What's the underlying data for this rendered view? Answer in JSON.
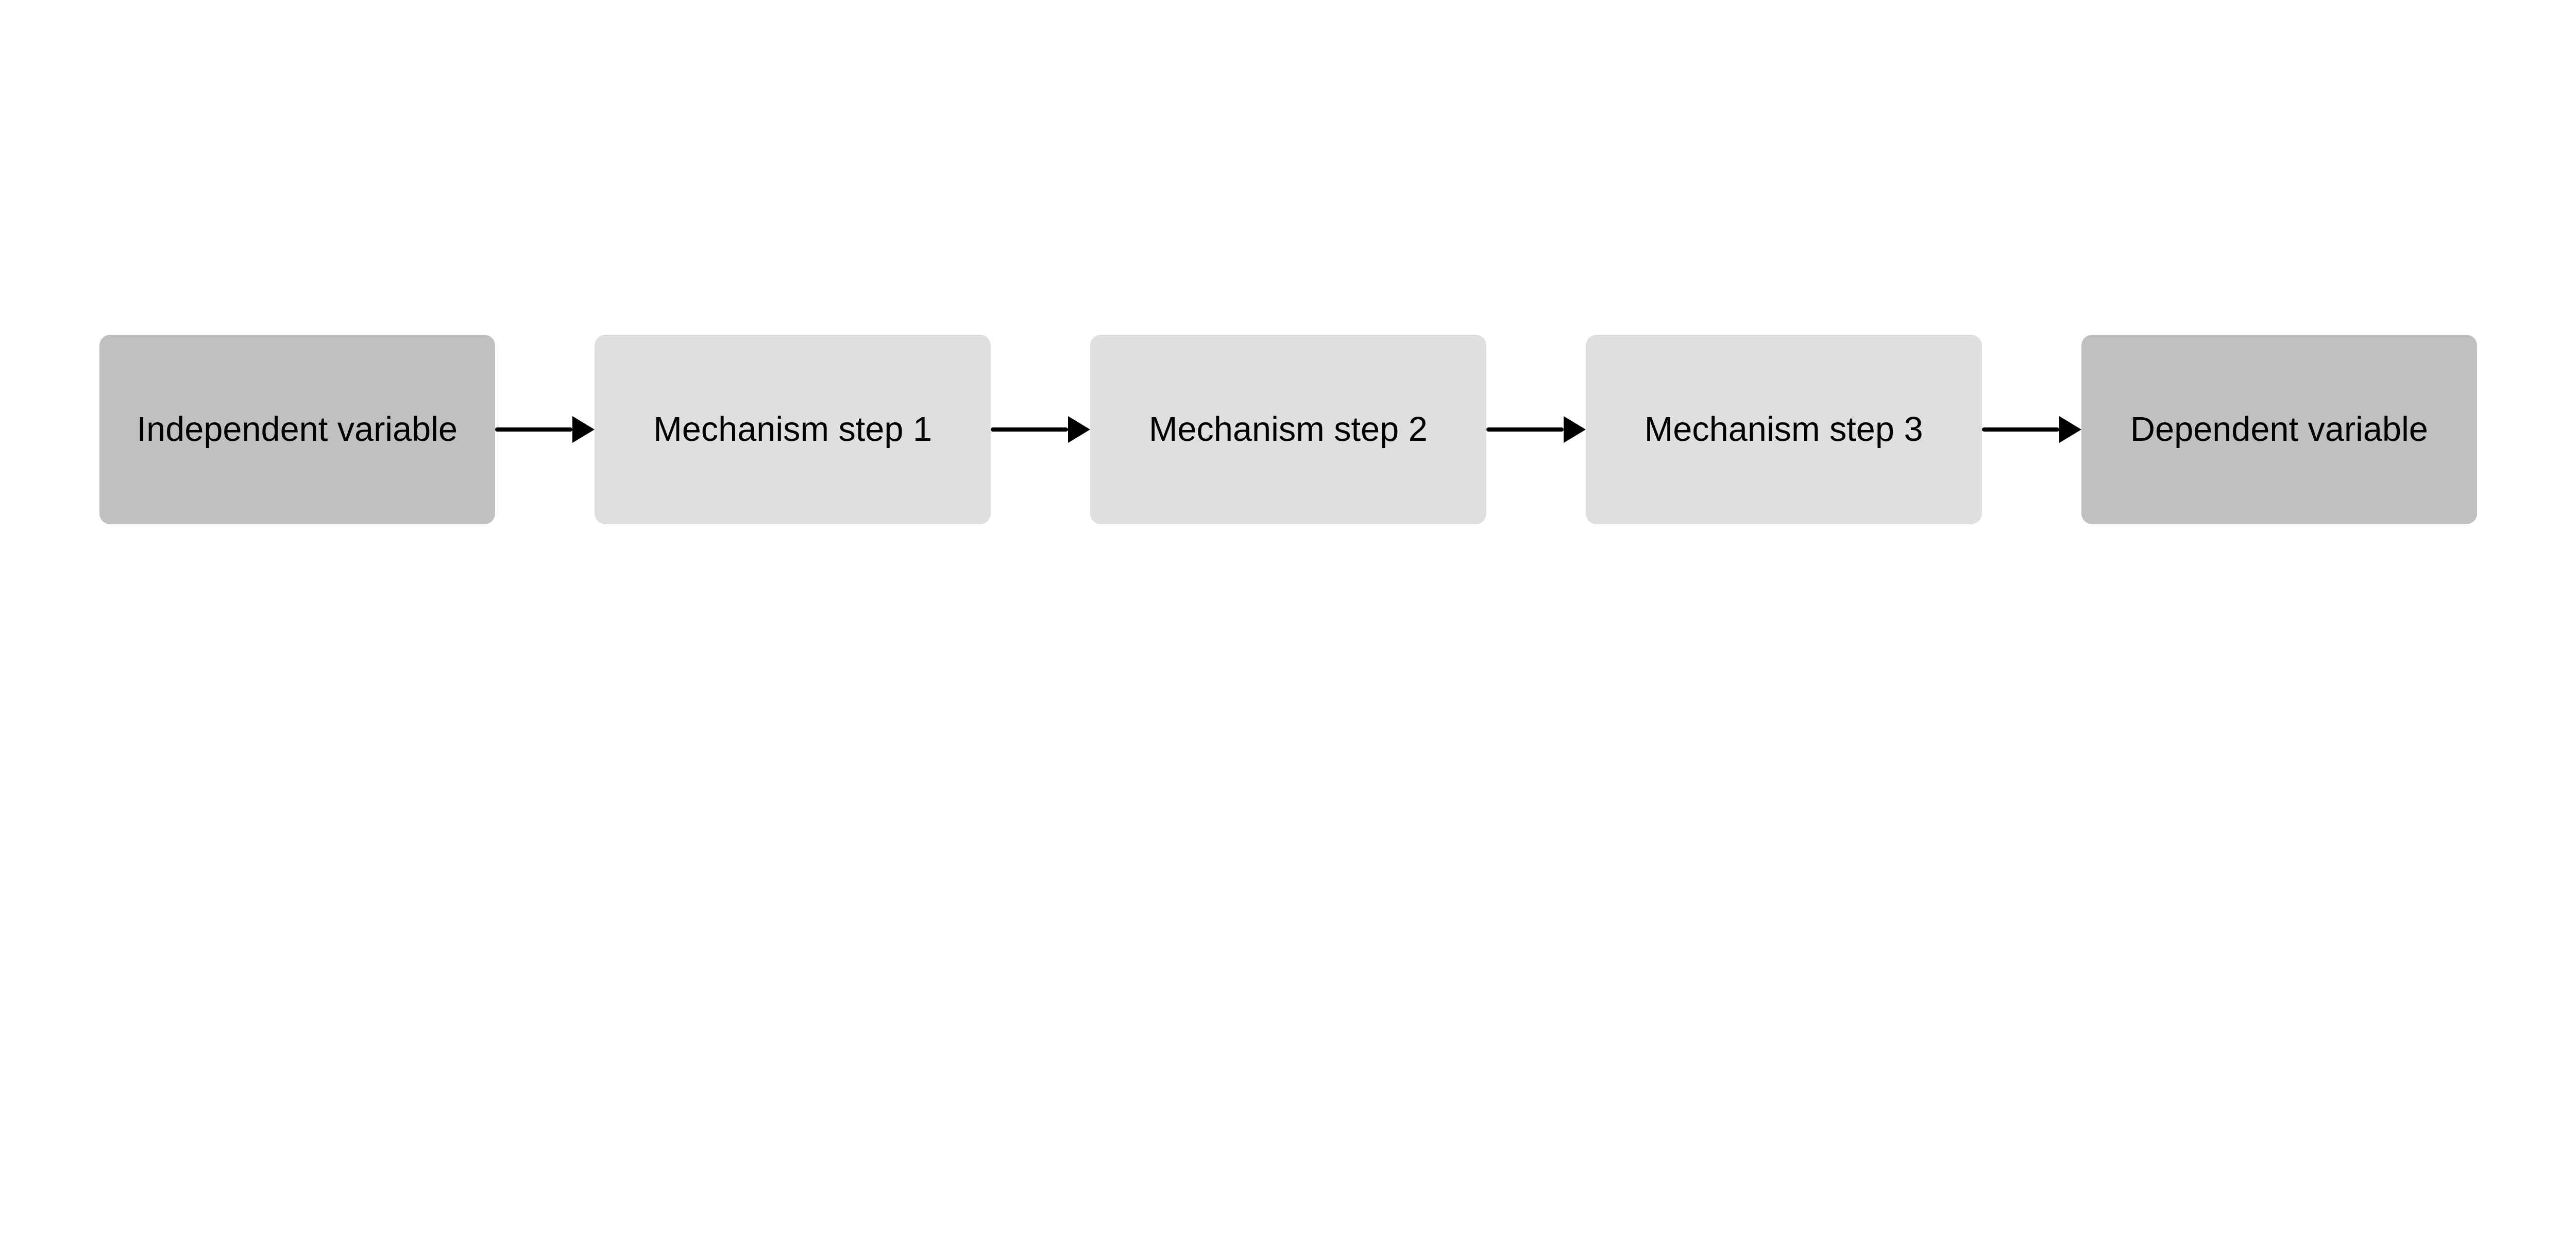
{
  "nodes": [
    {
      "label": "Independent variable",
      "color": "#c0c0c0"
    },
    {
      "label": "Mechanism step 1",
      "color": "#dfdfdf"
    },
    {
      "label": "Mechanism step 2",
      "color": "#dfdfdf"
    },
    {
      "label": "Mechanism step 3",
      "color": "#dfdfdf"
    },
    {
      "label": "Dependent variable",
      "color": "#c0c0c0"
    }
  ],
  "edges": [
    {
      "from": "Independent variable",
      "to": "Mechanism step 1"
    },
    {
      "from": "Mechanism step 1",
      "to": "Mechanism step 2"
    },
    {
      "from": "Mechanism step 2",
      "to": "Mechanism step 3"
    },
    {
      "from": "Mechanism step 3",
      "to": "Dependent variable"
    }
  ],
  "arrow_color": "#000000"
}
